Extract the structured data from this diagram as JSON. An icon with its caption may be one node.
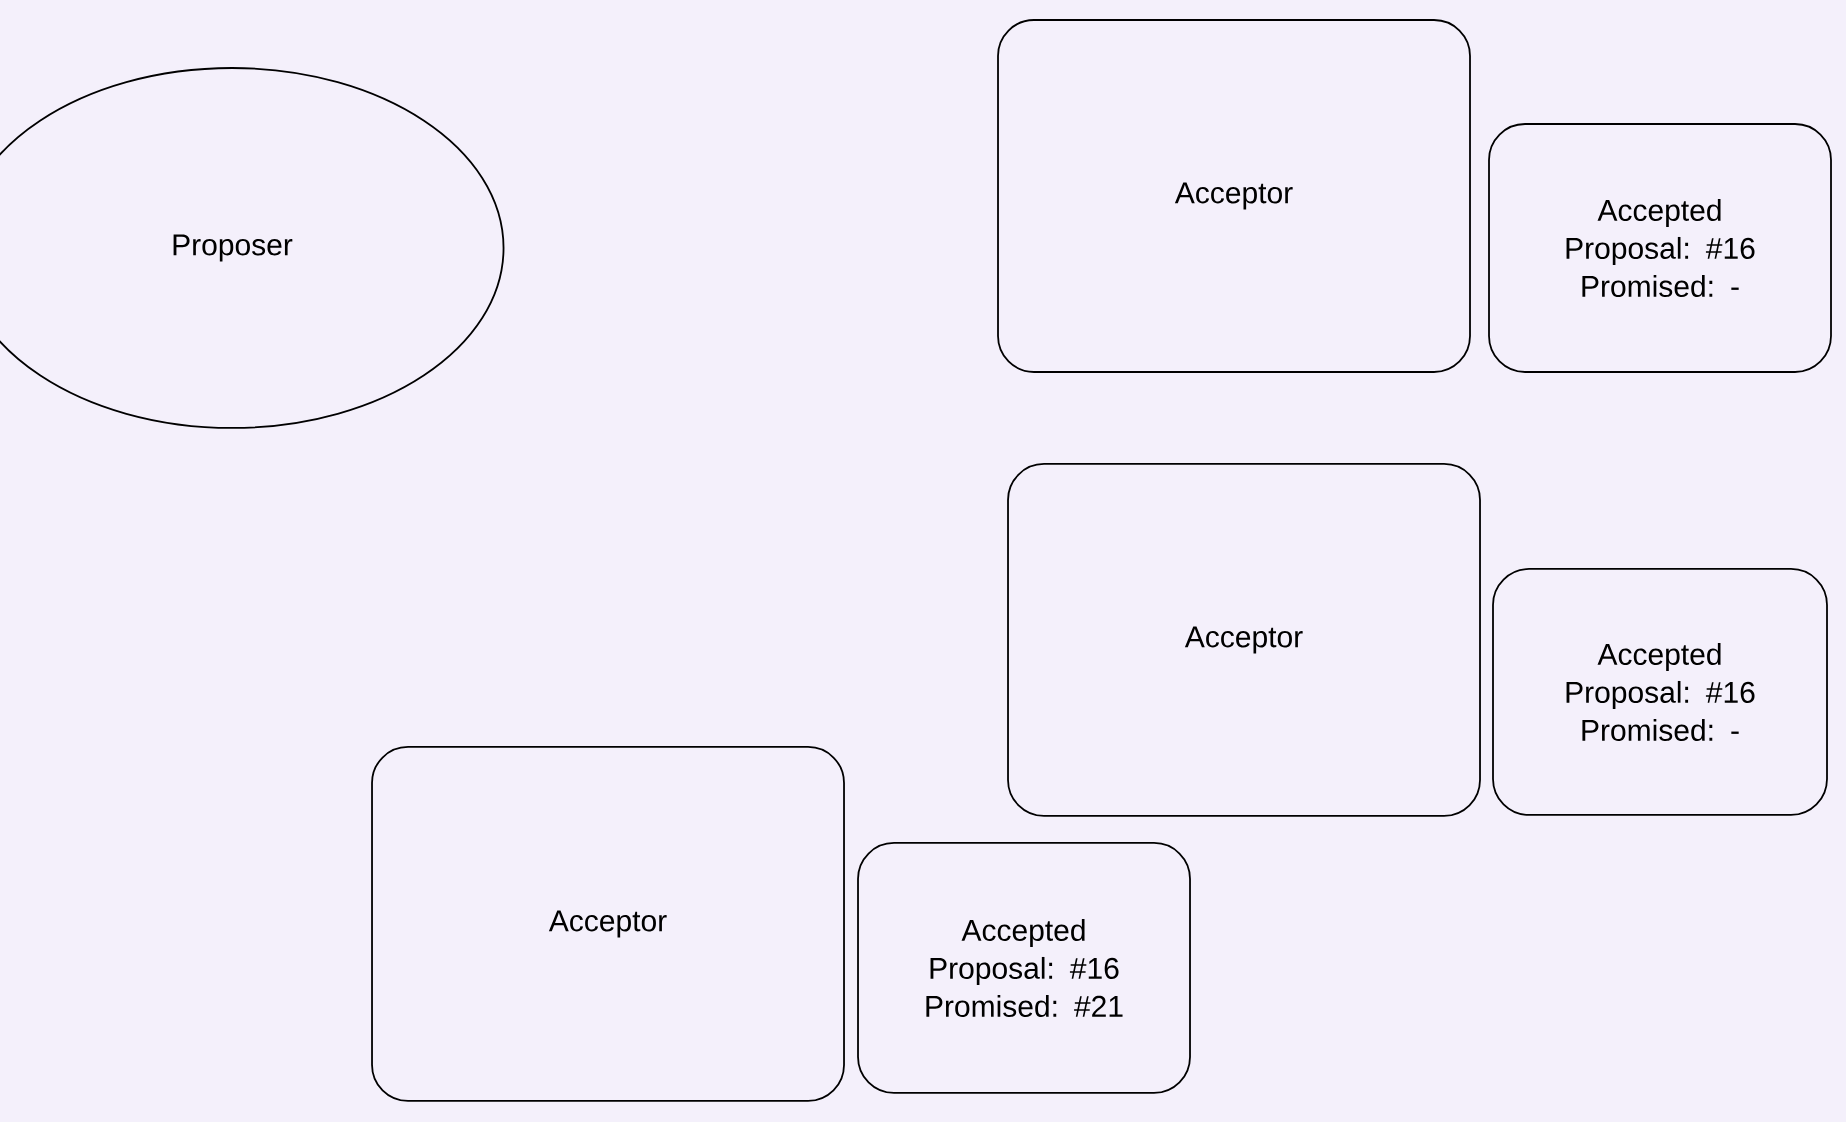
{
  "diagram": {
    "nodes": [
      {
        "text": [
          "Proposer"
        ]
      },
      {
        "text": [
          "Acceptor"
        ]
      },
      {
        "text": [
          "Accepted Proposal: #16 Promised: -"
        ]
      },
      {
        "text": [
          "Acceptor"
        ]
      },
      {
        "text": [
          "Accepted Proposal: #16 Promised: -"
        ]
      },
      {
        "text": [
          "Acceptor"
        ]
      },
      {
        "text": [
          "Accepted Proposal: #16 Promised: #21"
        ]
      }
    ]
  }
}
